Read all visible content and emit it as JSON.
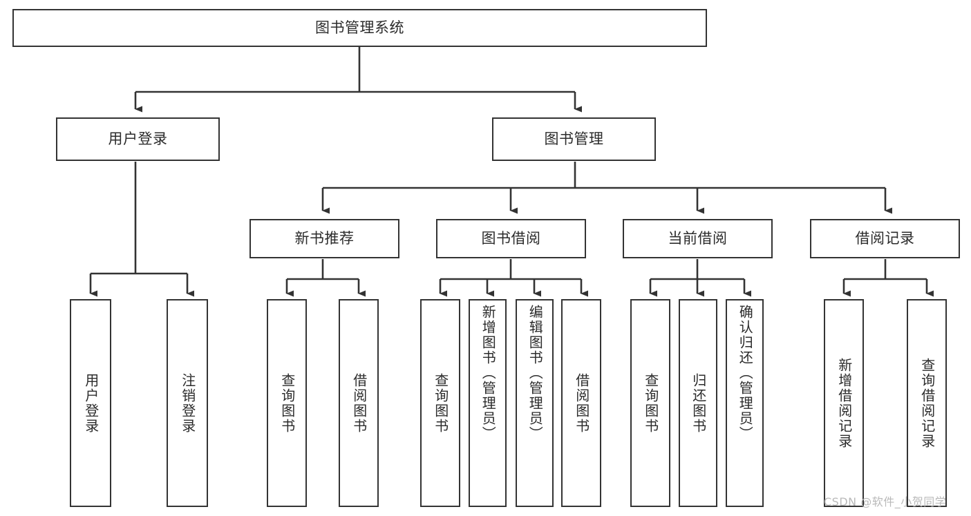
{
  "diagram": {
    "type": "tree",
    "title": "图书管理系统",
    "nodes": {
      "root": {
        "label": "图书管理系统",
        "level": 1,
        "orientation": "horizontal"
      },
      "user_login": {
        "label": "用户登录",
        "level": 2,
        "orientation": "horizontal"
      },
      "book_manage": {
        "label": "图书管理",
        "level": 2,
        "orientation": "horizontal"
      },
      "new_book_rec": {
        "label": "新书推荐",
        "level": 3,
        "orientation": "horizontal"
      },
      "book_borrow": {
        "label": "图书借阅",
        "level": 3,
        "orientation": "horizontal"
      },
      "current_borrow": {
        "label": "当前借阅",
        "level": 3,
        "orientation": "horizontal"
      },
      "borrow_record": {
        "label": "借阅记录",
        "level": 3,
        "orientation": "horizontal"
      },
      "leaf_user_login": {
        "label": "用户登录",
        "level": 4,
        "orientation": "vertical"
      },
      "leaf_logout": {
        "label": "注销登录",
        "level": 4,
        "orientation": "vertical"
      },
      "leaf_query_book_1": {
        "label": "查询图书",
        "level": 4,
        "orientation": "vertical"
      },
      "leaf_borrow_book_1": {
        "label": "借阅图书",
        "level": 4,
        "orientation": "vertical"
      },
      "leaf_query_book_2": {
        "label": "查询图书",
        "level": 4,
        "orientation": "vertical"
      },
      "leaf_add_book": {
        "label": "新增图书（管理员）",
        "level": 4,
        "orientation": "vertical"
      },
      "leaf_edit_book": {
        "label": "编辑图书（管理员）",
        "level": 4,
        "orientation": "vertical"
      },
      "leaf_borrow_book_2": {
        "label": "借阅图书",
        "level": 4,
        "orientation": "vertical"
      },
      "leaf_query_book_3": {
        "label": "查询图书",
        "level": 4,
        "orientation": "vertical"
      },
      "leaf_return_book": {
        "label": "归还图书",
        "level": 4,
        "orientation": "vertical"
      },
      "leaf_confirm_return": {
        "label": "确认归还（管理员）",
        "level": 4,
        "orientation": "vertical"
      },
      "leaf_add_record": {
        "label": "新增借阅记录",
        "level": 4,
        "orientation": "vertical"
      },
      "leaf_query_record": {
        "label": "查询借阅记录",
        "level": 4,
        "orientation": "vertical"
      }
    },
    "edges": [
      {
        "from": "root",
        "to": "user_login"
      },
      {
        "from": "root",
        "to": "book_manage"
      },
      {
        "from": "user_login",
        "to": "leaf_user_login"
      },
      {
        "from": "user_login",
        "to": "leaf_logout"
      },
      {
        "from": "book_manage",
        "to": "new_book_rec"
      },
      {
        "from": "book_manage",
        "to": "book_borrow"
      },
      {
        "from": "book_manage",
        "to": "current_borrow"
      },
      {
        "from": "book_manage",
        "to": "borrow_record"
      },
      {
        "from": "new_book_rec",
        "to": "leaf_query_book_1"
      },
      {
        "from": "new_book_rec",
        "to": "leaf_borrow_book_1"
      },
      {
        "from": "book_borrow",
        "to": "leaf_query_book_2"
      },
      {
        "from": "book_borrow",
        "to": "leaf_add_book"
      },
      {
        "from": "book_borrow",
        "to": "leaf_edit_book"
      },
      {
        "from": "book_borrow",
        "to": "leaf_borrow_book_2"
      },
      {
        "from": "current_borrow",
        "to": "leaf_query_book_3"
      },
      {
        "from": "current_borrow",
        "to": "leaf_return_book"
      },
      {
        "from": "current_borrow",
        "to": "leaf_confirm_return"
      },
      {
        "from": "borrow_record",
        "to": "leaf_add_record"
      },
      {
        "from": "borrow_record",
        "to": "leaf_query_record"
      }
    ],
    "colors": {
      "node_border": "#333333",
      "node_fill": "#ffffff",
      "edge": "#333333",
      "text": "#2b2b2b",
      "watermark": "#b9b9b9"
    }
  },
  "watermark": {
    "text": "CSDN @软件_小贺同学"
  }
}
